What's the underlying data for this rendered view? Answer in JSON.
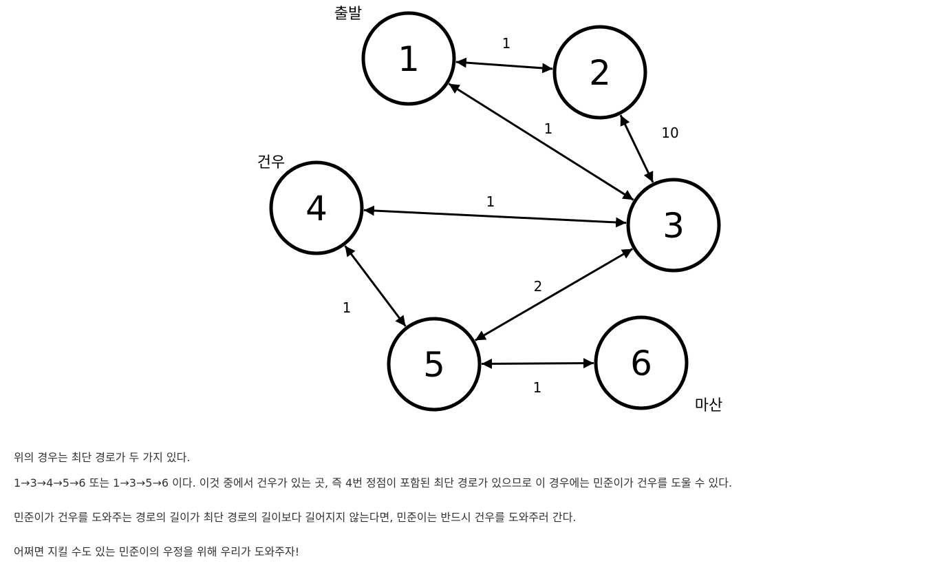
{
  "graph": {
    "nodes": [
      {
        "id": "1",
        "label": "1"
      },
      {
        "id": "2",
        "label": "2"
      },
      {
        "id": "3",
        "label": "3"
      },
      {
        "id": "4",
        "label": "4"
      },
      {
        "id": "5",
        "label": "5"
      },
      {
        "id": "6",
        "label": "6"
      }
    ],
    "edges": [
      {
        "from": "1",
        "to": "2",
        "weight": "1",
        "bidirectional": true
      },
      {
        "from": "1",
        "to": "3",
        "weight": "1",
        "bidirectional": true
      },
      {
        "from": "2",
        "to": "3",
        "weight": "10",
        "bidirectional": true
      },
      {
        "from": "4",
        "to": "3",
        "weight": "1",
        "bidirectional": true
      },
      {
        "from": "4",
        "to": "5",
        "weight": "1",
        "bidirectional": true
      },
      {
        "from": "3",
        "to": "5",
        "weight": "2",
        "bidirectional": true
      },
      {
        "from": "5",
        "to": "6",
        "weight": "1",
        "bidirectional": true
      }
    ],
    "annotations": [
      {
        "node": "1",
        "text": "출발"
      },
      {
        "node": "4",
        "text": "건우"
      },
      {
        "node": "6",
        "text": "마산"
      }
    ]
  },
  "paragraphs": [
    "위의 경우는 최단 경로가 두 가지 있다.",
    "1→3→4→5→6 또는 1→3→5→6 이다. 이것 중에서 건우가 있는 곳, 즉 4번 정점이 포함된 최단 경로가 있으므로 이 경우에는 민준이가 건우를 도울 수 있다.",
    "민준이가 건우를 도와주는 경로의 길이가 최단 경로의 길이보다 길어지지 않는다면, 민준이는 반드시 건우를 도와주러 간다.",
    "어쩌면 지킬 수도 있는 민준이의 우정을 위해 우리가 도와주자!"
  ]
}
